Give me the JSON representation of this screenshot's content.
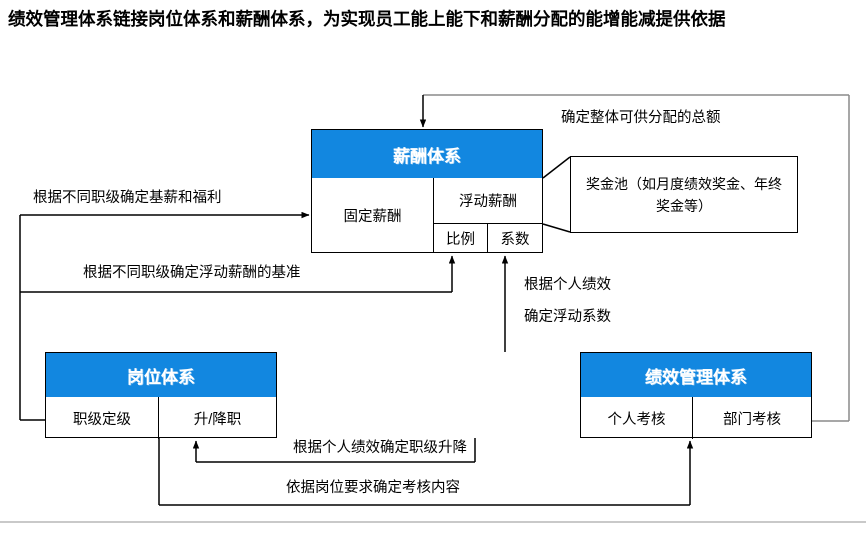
{
  "title": "绩效管理体系链接岗位体系和薪酬体系，为实现员工能上能下和薪酬分配的能增能减提供依据",
  "colors": {
    "header_blue": "#1287e0",
    "line_black": "#000000",
    "line_gray": "#8a8a8a",
    "background": "#ffffff"
  },
  "boxes": {
    "pay_system": {
      "header": "薪酬体系",
      "fixed_pay": "固定薪酬",
      "floating_pay": "浮动薪酬",
      "ratio": "比例",
      "coefficient": "系数"
    },
    "bonus_pool": {
      "text": "奖金池（如月度绩效奖金、年终奖金等）"
    },
    "job_system": {
      "header": "岗位体系",
      "cells": [
        "职级定级",
        "升/降职"
      ]
    },
    "performance_system": {
      "header": "绩效管理体系",
      "cells": [
        "个人考核",
        "部门考核"
      ]
    }
  },
  "labels": {
    "total_amount": "确定整体可供分配的总额",
    "base_and_welfare": "根据不同职级确定基薪和福利",
    "floating_benchmark": "根据不同职级确定浮动薪酬的基准",
    "coefficient_line1": "根据个人绩效",
    "coefficient_line2": "确定浮动系数",
    "rank_change": "根据个人绩效确定职级升降",
    "assessment_content": "依据岗位要求确定考核内容"
  }
}
